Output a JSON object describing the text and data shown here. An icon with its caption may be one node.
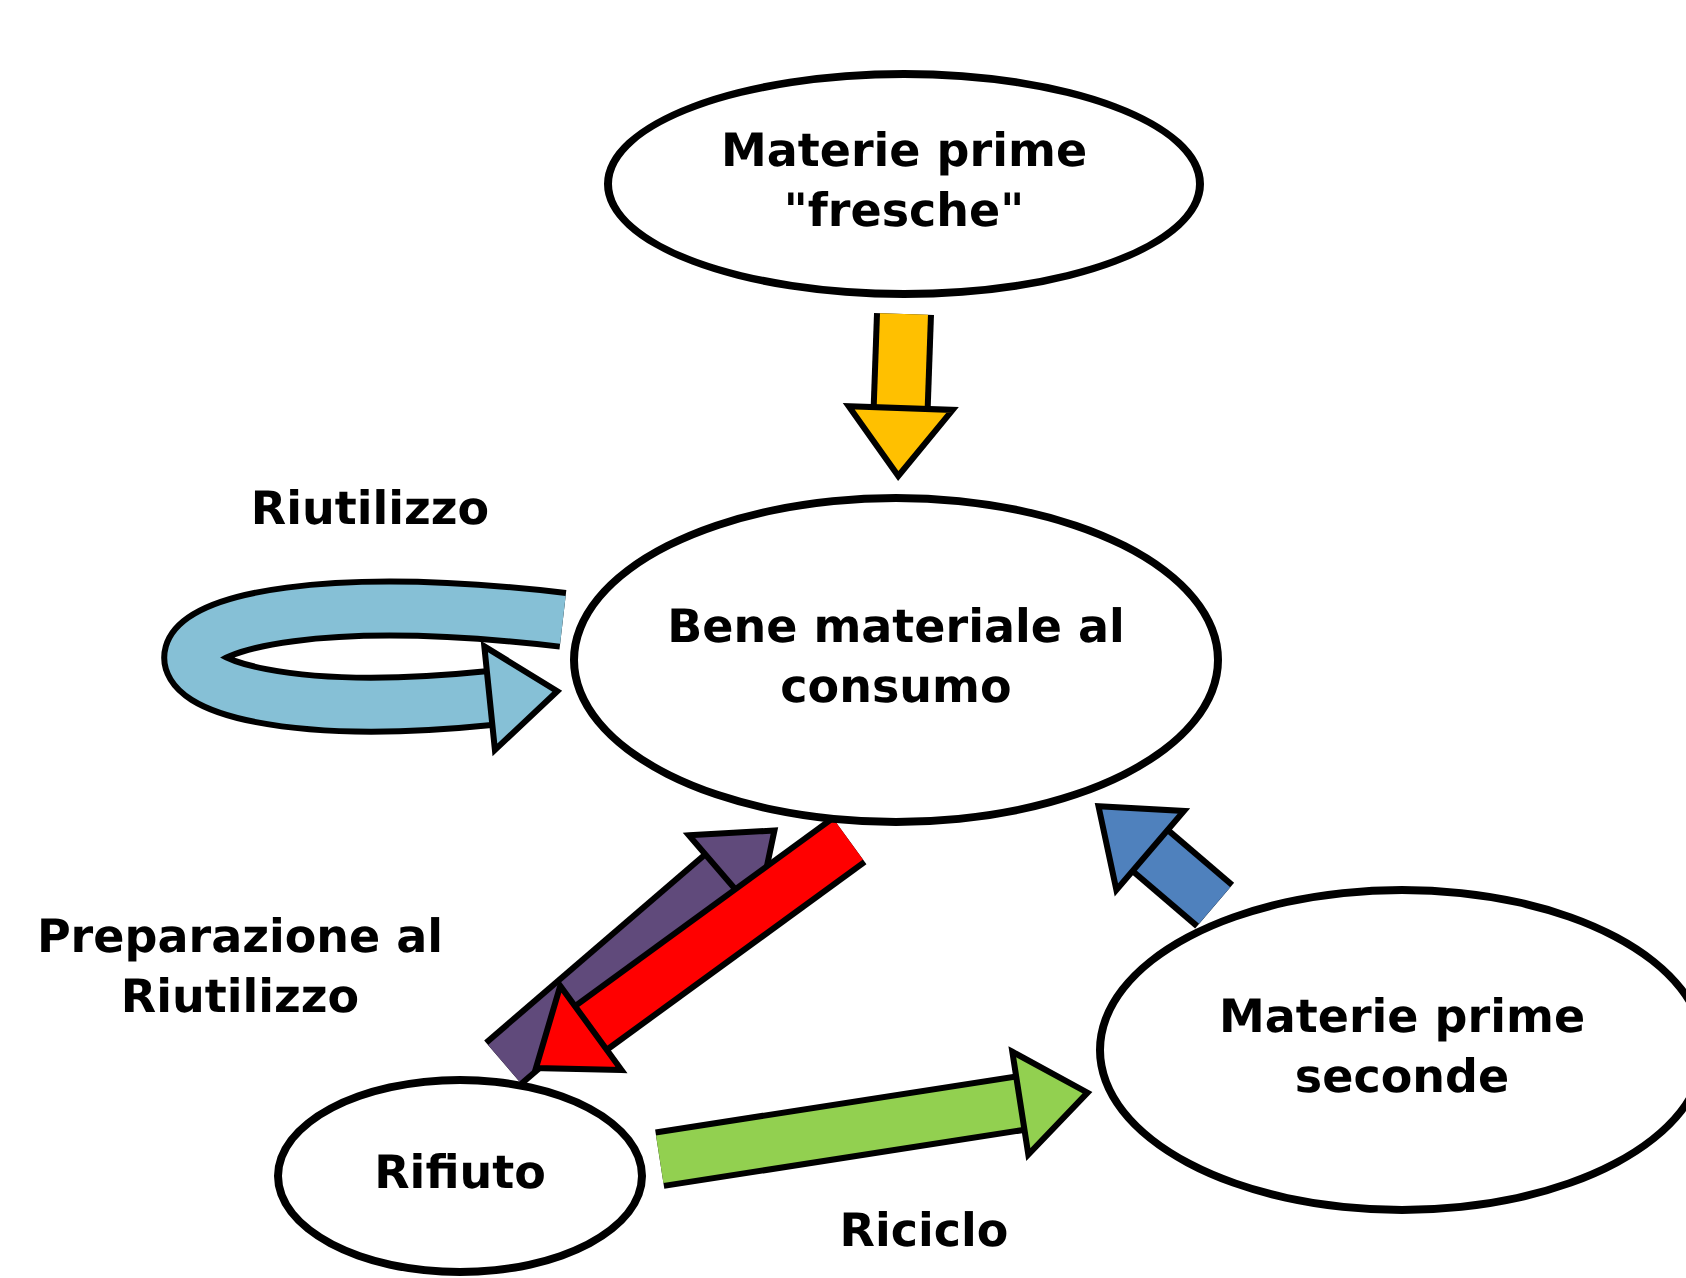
{
  "diagram": {
    "nodes": [
      {
        "text": [
          "Materie prime \"fresche\""
        ]
      },
      {
        "text": [
          "Bene materiale al consumo"
        ]
      },
      {
        "text": [
          "Materie prime seconde"
        ]
      },
      {
        "text": [
          "Rifiuto"
        ]
      }
    ],
    "edges": [
      {
        "from": 0,
        "to": 1,
        "arrow": "to",
        "color": "#ffc000"
      },
      {
        "from": 1,
        "to": 1,
        "arrow": "to",
        "label": "Riutilizzo",
        "color": "#86c0d6"
      },
      {
        "from": 3,
        "to": 1,
        "arrow": "to",
        "label": "Preparazione al Riutilizzo",
        "color": "#604a7b"
      },
      {
        "from": 1,
        "to": 3,
        "arrow": "to",
        "color": "#ff0000"
      },
      {
        "from": 3,
        "to": 2,
        "arrow": "to",
        "label": "Riciclo",
        "color": "#92d050"
      },
      {
        "from": 2,
        "to": 1,
        "arrow": "to",
        "color": "#4f81bd"
      }
    ]
  }
}
